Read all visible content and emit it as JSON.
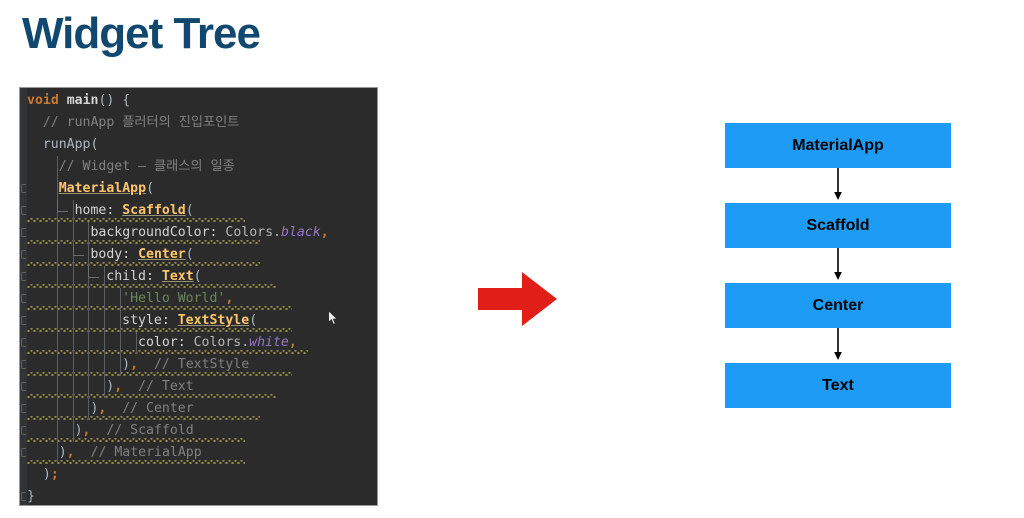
{
  "slide": {
    "title": "Widget Tree",
    "title_color": "#11486f",
    "background": "#ffffff"
  },
  "code_panel": {
    "background": "#2b2b2b",
    "language": "dart",
    "lines": [
      {
        "indent": 0,
        "tokens": [
          {
            "t": "void ",
            "c": "kw"
          },
          {
            "t": "main",
            "c": "fn"
          },
          {
            "t": "() {",
            "c": "plain"
          }
        ]
      },
      {
        "indent": 1,
        "tokens": [
          {
            "t": "// runApp 플러터의 진입포인트",
            "c": "cmt"
          }
        ]
      },
      {
        "indent": 1,
        "tokens": [
          {
            "t": "runApp(",
            "c": "plain"
          }
        ]
      },
      {
        "indent": 2,
        "tokens": [
          {
            "t": "// Widget – 클래스의 일종",
            "c": "cmt"
          }
        ]
      },
      {
        "indent": 2,
        "tokens": [
          {
            "t": "MaterialApp",
            "c": "widget ul"
          },
          {
            "t": "(",
            "c": "paren"
          }
        ]
      },
      {
        "indent": 3,
        "tokens": [
          {
            "t": "home: ",
            "c": "prop"
          },
          {
            "t": "Scaffold",
            "c": "widget ul"
          },
          {
            "t": "(",
            "c": "paren"
          }
        ]
      },
      {
        "indent": 4,
        "tokens": [
          {
            "t": "backgroundColor: ",
            "c": "prop"
          },
          {
            "t": "Colors.",
            "c": "cls"
          },
          {
            "t": "black",
            "c": "const"
          },
          {
            "t": ",",
            "c": "punc"
          }
        ]
      },
      {
        "indent": 4,
        "tokens": [
          {
            "t": "body: ",
            "c": "prop"
          },
          {
            "t": "Center",
            "c": "widget ul"
          },
          {
            "t": "(",
            "c": "paren"
          }
        ]
      },
      {
        "indent": 5,
        "tokens": [
          {
            "t": "child: ",
            "c": "prop"
          },
          {
            "t": "Text",
            "c": "widget ul"
          },
          {
            "t": "(",
            "c": "paren"
          }
        ]
      },
      {
        "indent": 6,
        "tokens": [
          {
            "t": "'Hello World'",
            "c": "str"
          },
          {
            "t": ",",
            "c": "punc"
          }
        ]
      },
      {
        "indent": 6,
        "tokens": [
          {
            "t": "style: ",
            "c": "prop"
          },
          {
            "t": "TextStyle",
            "c": "widget ul"
          },
          {
            "t": "(",
            "c": "paren"
          }
        ]
      },
      {
        "indent": 7,
        "tokens": [
          {
            "t": "color: ",
            "c": "prop"
          },
          {
            "t": "Colors.",
            "c": "cls"
          },
          {
            "t": "white",
            "c": "const"
          },
          {
            "t": ",",
            "c": "punc"
          }
        ]
      },
      {
        "indent": 6,
        "tokens": [
          {
            "t": ")",
            "c": "paren"
          },
          {
            "t": ",",
            "c": "punc"
          },
          {
            "t": "  // TextStyle",
            "c": "cmt"
          }
        ]
      },
      {
        "indent": 5,
        "tokens": [
          {
            "t": ")",
            "c": "paren"
          },
          {
            "t": ",",
            "c": "punc"
          },
          {
            "t": "  // Text",
            "c": "cmt"
          }
        ]
      },
      {
        "indent": 4,
        "tokens": [
          {
            "t": ")",
            "c": "paren"
          },
          {
            "t": ",",
            "c": "punc"
          },
          {
            "t": "  // Center",
            "c": "cmt"
          }
        ]
      },
      {
        "indent": 3,
        "tokens": [
          {
            "t": ")",
            "c": "paren"
          },
          {
            "t": ",",
            "c": "punc"
          },
          {
            "t": "  // Scaffold",
            "c": "cmt"
          }
        ]
      },
      {
        "indent": 2,
        "tokens": [
          {
            "t": ")",
            "c": "paren"
          },
          {
            "t": ",",
            "c": "punc"
          },
          {
            "t": "  // MaterialApp",
            "c": "cmt"
          }
        ]
      },
      {
        "indent": 1,
        "tokens": [
          {
            "t": ")",
            "c": "paren"
          },
          {
            "t": ";",
            "c": "punc"
          }
        ]
      },
      {
        "indent": 0,
        "tokens": [
          {
            "t": "}",
            "c": "plain"
          }
        ]
      }
    ]
  },
  "transform_arrow": {
    "icon": "right-arrow-icon",
    "color": "#e01f18"
  },
  "widget_tree": {
    "box_color": "#1e9cf5",
    "text_color": "#000000",
    "connector_color": "#000000",
    "nodes": [
      {
        "label": "MaterialApp"
      },
      {
        "label": "Scaffold"
      },
      {
        "label": "Center"
      },
      {
        "label": "Text"
      }
    ]
  }
}
